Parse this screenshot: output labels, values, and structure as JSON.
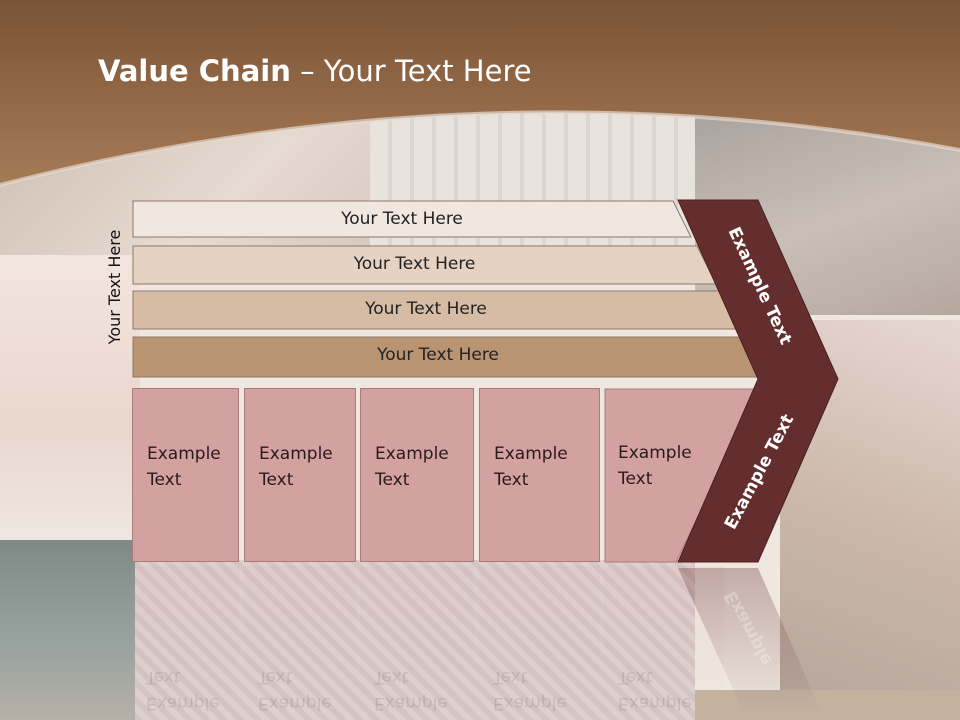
{
  "slide": {
    "title_bold": "Value Chain",
    "title_rest": " – Your Text Here",
    "vertical_label": "Your Text Here",
    "bars": [
      "Your Text Here",
      "Your Text Here",
      "Your Text Here",
      "Your Text Here"
    ],
    "boxes": [
      {
        "line1": "Example",
        "line2": "Text"
      },
      {
        "line1": "Example",
        "line2": "Text"
      },
      {
        "line1": "Example",
        "line2": "Text"
      },
      {
        "line1": "Example",
        "line2": "Text"
      },
      {
        "line1": "Example",
        "line2": "Text"
      }
    ],
    "chevron_upper": "Example Text",
    "chevron_lower": "Example Text",
    "chevron_reflection": "Example"
  },
  "colors": {
    "header_brown": "#8d6444",
    "bar1": "#f1e7e1",
    "bar2": "#e5d2c2",
    "bar3": "#d6bca5",
    "bar4": "#b99472",
    "box": "#d4a1a1",
    "chevron": "#652e2e"
  }
}
